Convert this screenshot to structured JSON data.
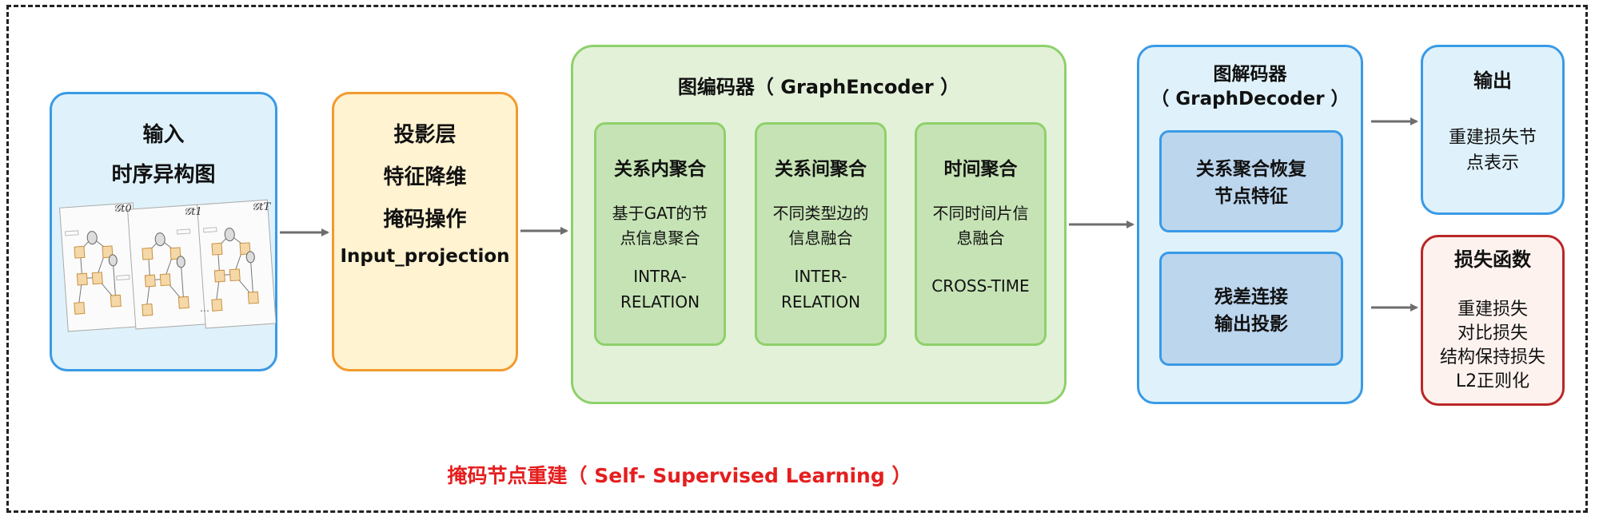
{
  "input": {
    "title": "输入",
    "subtitle": "时序异构图",
    "snapshot_labels": [
      "𝒢t0",
      "𝒢t1",
      "𝒢tT"
    ],
    "ellipsis": "…"
  },
  "projection": {
    "lines": [
      "投影层",
      "特征降维",
      "掩码操作",
      "Input_projection"
    ]
  },
  "encoder": {
    "title": "图编码器（ GraphEncoder ）",
    "modules": [
      {
        "title": "关系内聚合",
        "desc": [
          "基于GAT的节",
          "点信息聚合"
        ],
        "tag": [
          "INTRA-",
          "RELATION"
        ]
      },
      {
        "title": "关系间聚合",
        "desc": [
          "不同类型边的",
          "信息融合"
        ],
        "tag": [
          "INTER-",
          "RELATION"
        ]
      },
      {
        "title": "时间聚合",
        "desc": [
          "不同时间片信",
          "息融合"
        ],
        "tag": [
          "CROSS-TIME"
        ]
      }
    ]
  },
  "decoder": {
    "title": [
      "图解码器",
      "（ GraphDecoder ）"
    ],
    "modules": [
      {
        "lines": [
          "关系聚合恢复",
          "节点特征"
        ]
      },
      {
        "lines": [
          "残差连接",
          "输出投影"
        ]
      }
    ]
  },
  "output": {
    "title": "输出",
    "lines": [
      "重建损失节",
      "点表示"
    ]
  },
  "loss": {
    "title": "损失函数",
    "lines": [
      "重建损失",
      "对比损失",
      "结构保持损失",
      "L2正则化"
    ]
  },
  "caption": "掩码节点重建（ Self- Supervised Learning ）",
  "colors": {
    "frame": "#222222",
    "blue_border": "#3a9ae6",
    "blue_fill": "#dff2fb",
    "orange_border": "#f39a2d",
    "orange_fill": "#fff3d1",
    "green_border": "#8ed16b",
    "green_fill": "#e3f1d9",
    "green_sub": "#c6e3b5",
    "dec_sub": "#bcd6ee",
    "red_border": "#b92727",
    "red_fill": "#fdf2ee",
    "arrow": "#6d6d6d",
    "caption": "#e51e1e"
  }
}
